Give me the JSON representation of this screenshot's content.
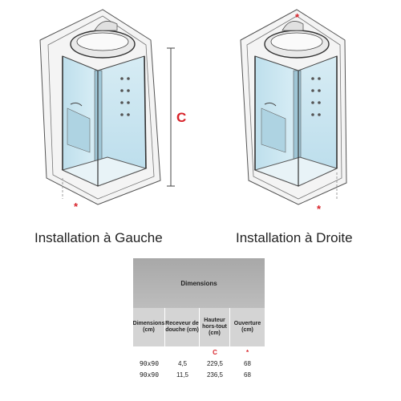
{
  "captions": {
    "left": "Installation à Gauche",
    "right": "Installation à Droite"
  },
  "dimension_label": "C",
  "star_mark": "*",
  "table": {
    "title": "Dimensions",
    "headers": [
      "Dimensions (cm)",
      "Receveur de douche (cm)",
      "Hauteur hors-tout (cm)",
      "Ouverture (cm)"
    ],
    "marker_row": [
      "",
      "",
      "C",
      "*"
    ],
    "rows": [
      [
        "90x90",
        "4,5",
        "229,5",
        "68"
      ],
      [
        "90x90",
        "11,5",
        "236,5",
        "68"
      ]
    ]
  },
  "colors": {
    "accent": "#d8232a",
    "glass": "#c9e4ef",
    "table_header": "#b0b0b0"
  }
}
